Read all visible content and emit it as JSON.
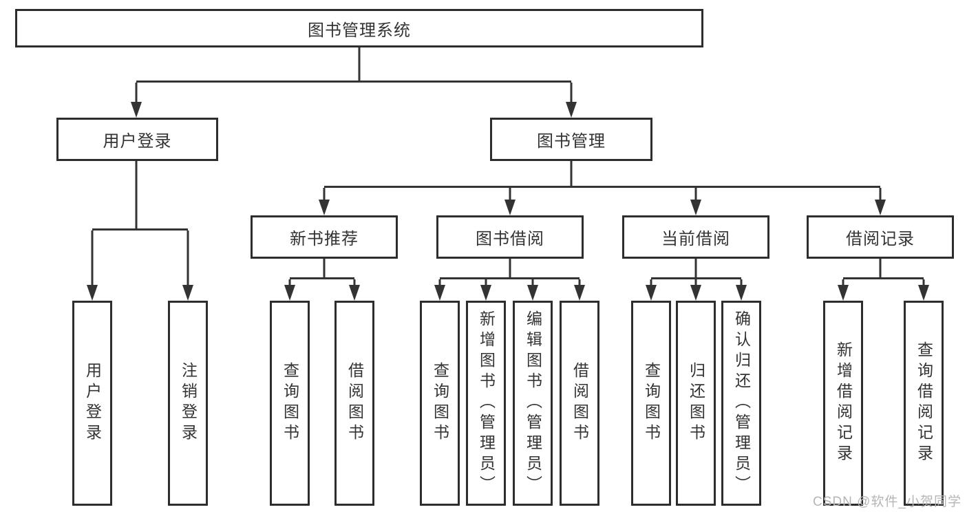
{
  "diagram": {
    "title": "图书管理系统",
    "branches": [
      {
        "label": "用户登录",
        "children": [
          {
            "label": "用户登录"
          },
          {
            "label": "注销登录"
          }
        ]
      },
      {
        "label": "图书管理",
        "children": [
          {
            "label": "新书推荐",
            "children": [
              {
                "label": "查询图书"
              },
              {
                "label": "借阅图书"
              }
            ]
          },
          {
            "label": "图书借阅",
            "children": [
              {
                "label": "查询图书"
              },
              {
                "label": "新增图书（管理员）"
              },
              {
                "label": "编辑图书（管理员）"
              },
              {
                "label": "借阅图书"
              }
            ]
          },
          {
            "label": "当前借阅",
            "children": [
              {
                "label": "查询图书"
              },
              {
                "label": "归还图书"
              },
              {
                "label": "确认归还（管理员）"
              }
            ]
          },
          {
            "label": "借阅记录",
            "children": [
              {
                "label": "新增借阅记录"
              },
              {
                "label": "查询借阅记录"
              }
            ]
          }
        ]
      }
    ]
  },
  "watermark": "CSDN @软件_小贺同学",
  "colors": {
    "line": "#333333",
    "box_border": "#2d2d2d",
    "text": "#333333",
    "watermark": "#b5b5b5",
    "background": "#ffffff"
  }
}
